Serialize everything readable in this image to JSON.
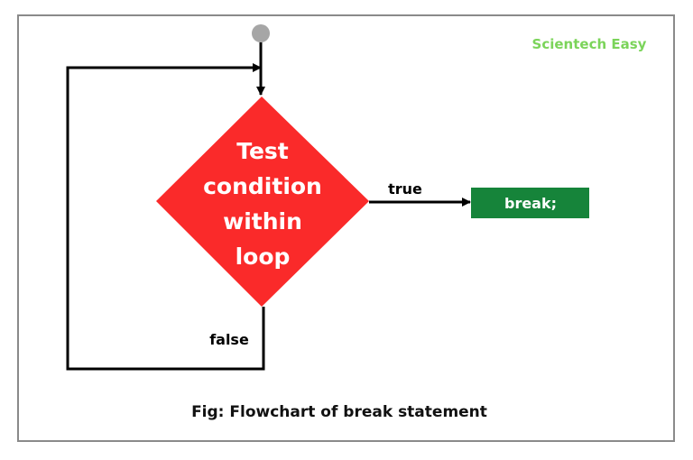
{
  "brand": "Scientech Easy",
  "decision": {
    "lines": [
      "Test",
      "condition",
      "within",
      "loop"
    ]
  },
  "edges": {
    "true_label": "true",
    "false_label": "false"
  },
  "action": {
    "label": "break;"
  },
  "caption": "Fig: Flowchart of break statement",
  "colors": {
    "decision_fill": "#fa2a2a",
    "action_fill": "#16843a",
    "brand_text": "#7bd45a",
    "start_node": "#a6a6a6",
    "line": "#000000",
    "frame": "#8a8a8a"
  }
}
